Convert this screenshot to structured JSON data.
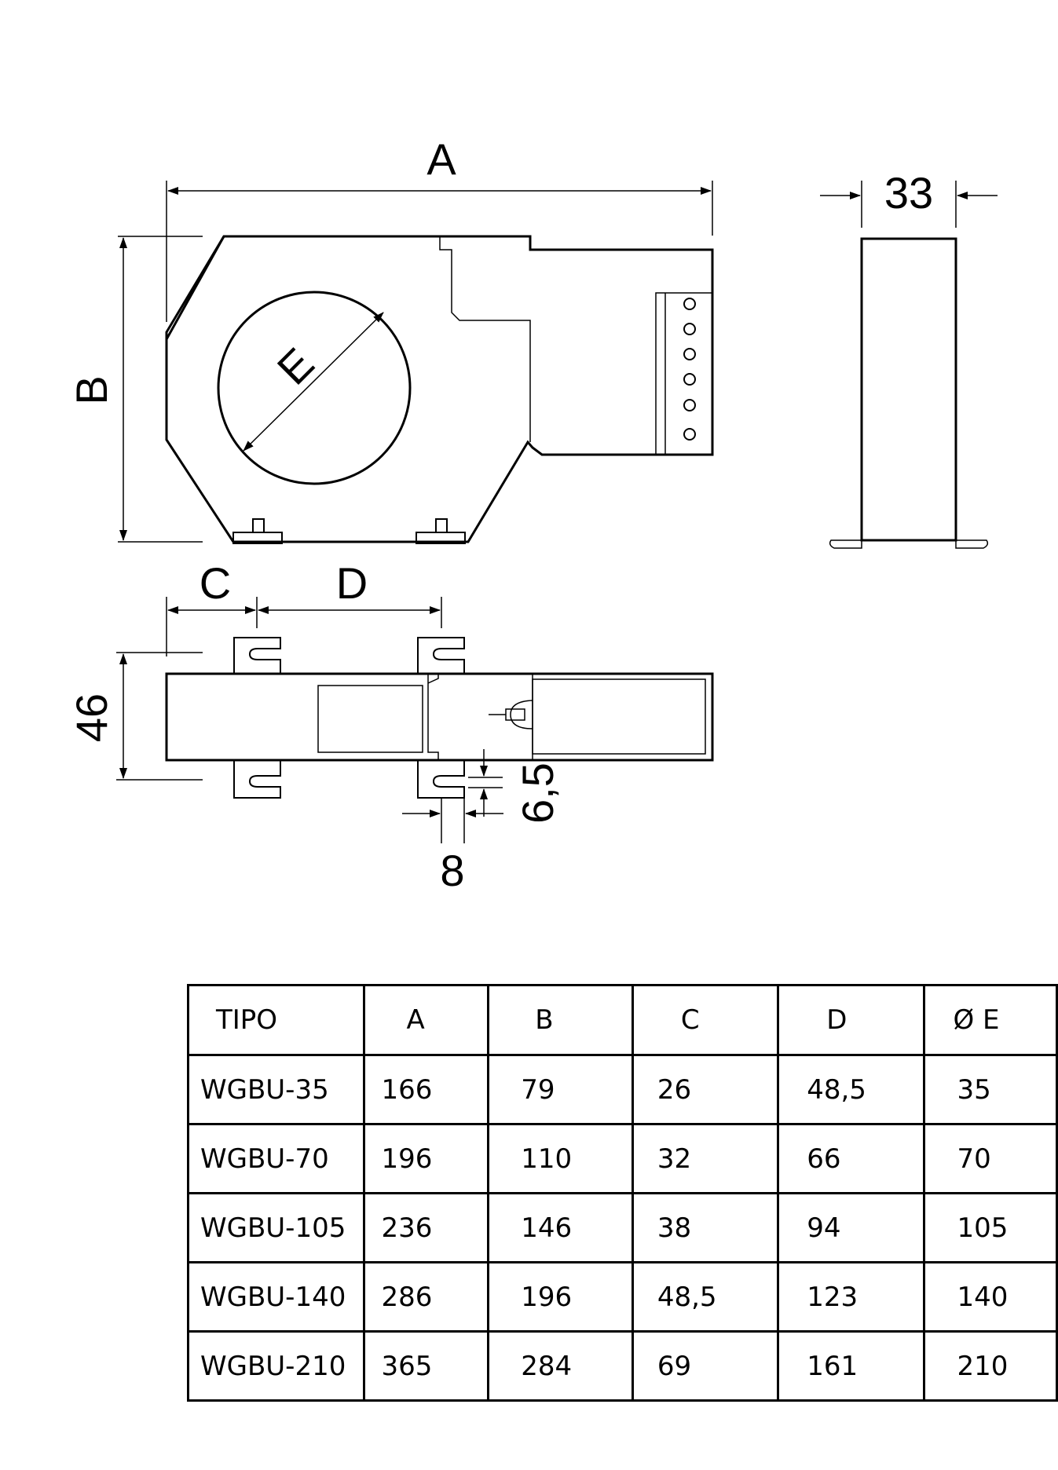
{
  "dimensions": {
    "A": "A",
    "B": "B",
    "C": "C",
    "D": "D",
    "E": "E",
    "depth": "33",
    "height": "46",
    "slot_offset": "6,5",
    "slot_width": "8"
  },
  "table": {
    "headers": [
      "TIPO",
      "A",
      "B",
      "C",
      "D",
      "Ø E"
    ],
    "rows": [
      [
        "WGBU-35",
        "166",
        "79",
        "26",
        "48,5",
        "35"
      ],
      [
        "WGBU-70",
        "196",
        "110",
        "32",
        "66",
        "70"
      ],
      [
        "WGBU-105",
        "236",
        "146",
        "38",
        "94",
        "105"
      ],
      [
        "WGBU-140",
        "286",
        "196",
        "48,5",
        "123",
        "140"
      ],
      [
        "WGBU-210",
        "365",
        "284",
        "69",
        "161",
        "210"
      ]
    ]
  }
}
